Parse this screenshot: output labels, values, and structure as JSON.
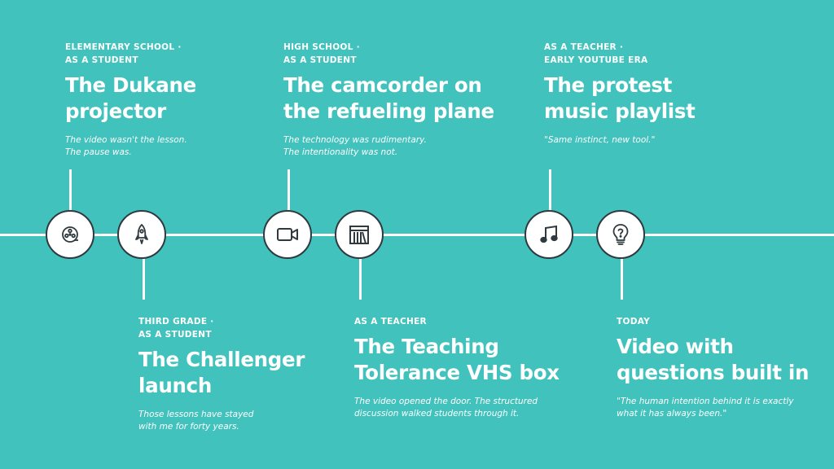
{
  "colors": {
    "background": "#41c2bc",
    "line": "#ffffff",
    "icon": "#2f3a40"
  },
  "events": [
    {
      "label": "ELEMENTARY SCHOOL ·\nAS A STUDENT",
      "title": "The Dukane\nprojector",
      "quote": "The video wasn't the lesson.\nThe pause was.",
      "icon": "film-reel-icon"
    },
    {
      "label": "THIRD GRADE ·\nAS A STUDENT",
      "title": "The Challenger\nlaunch",
      "quote": "Those lessons have stayed\nwith me for forty years.",
      "icon": "rocket-icon"
    },
    {
      "label": "HIGH SCHOOL ·\nAS A STUDENT",
      "title": "The camcorder on\nthe refueling plane",
      "quote": "The technology was rudimentary.\nThe intentionality was not.",
      "icon": "video-camera-icon"
    },
    {
      "label": "AS A TEACHER",
      "title": "The Teaching\nTolerance VHS box",
      "quote": "The video opened the door. The structured\ndiscussion walked students through it.",
      "icon": "vhs-box-icon"
    },
    {
      "label": "AS A TEACHER ·\nEARLY YOUTUBE ERA",
      "title": "The protest\nmusic playlist",
      "quote": "\"Same instinct, new tool.\"",
      "icon": "music-note-icon"
    },
    {
      "label": "TODAY",
      "title": "Video with\nquestions built in",
      "quote": "\"The human intention behind it is exactly\nwhat it has always been.\"",
      "icon": "lightbulb-question-icon"
    }
  ]
}
